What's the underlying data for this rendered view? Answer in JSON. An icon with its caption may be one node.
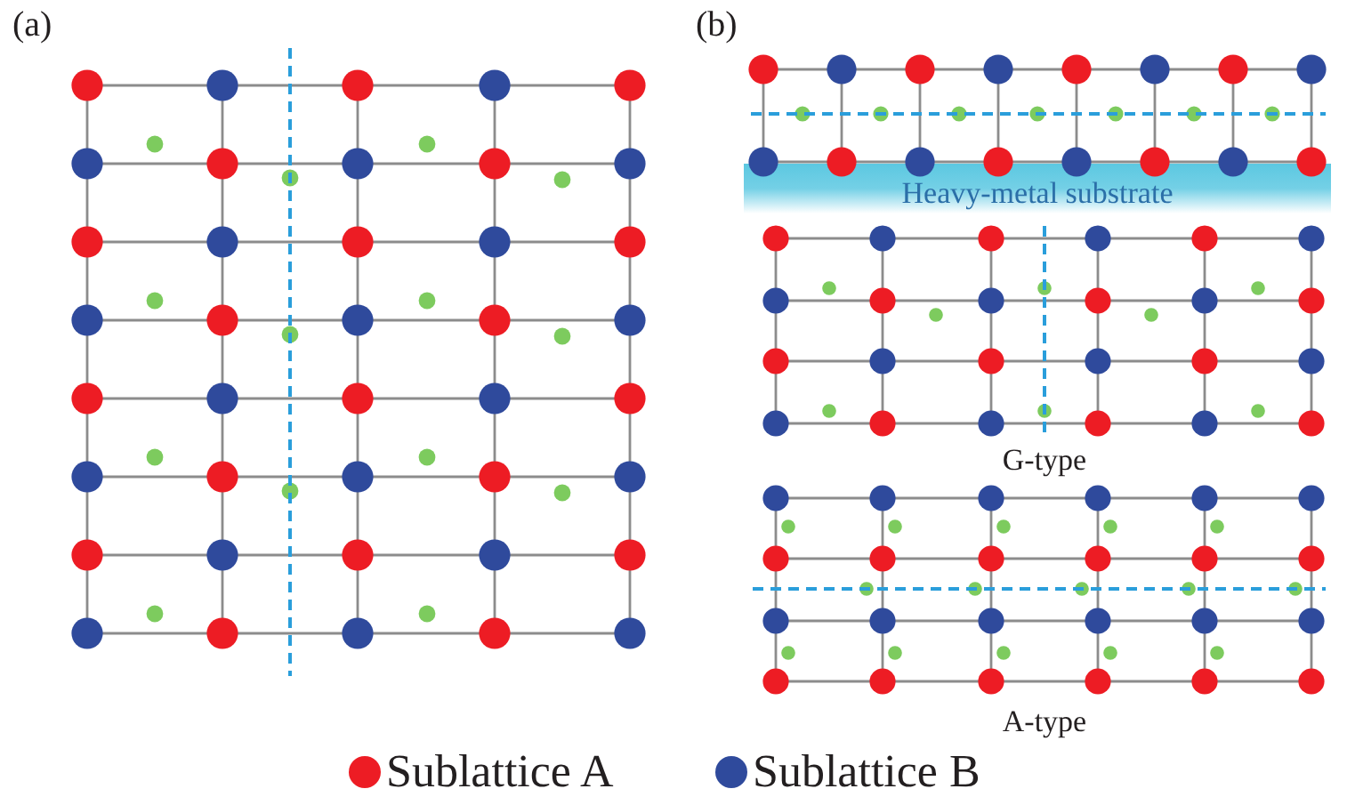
{
  "diagram": {
    "nodes": [
      {
        "text": [
          "Heavy-metal substrate"
        ]
      }
    ],
    "labels": [
      "(a)",
      "(b)",
      "G-type",
      "A-type"
    ],
    "legend": [
      {
        "text": "Sublattice A",
        "color": "#ed1c24"
      },
      {
        "text": "Sublattice B",
        "color": "#2f4a9c"
      }
    ]
  }
}
